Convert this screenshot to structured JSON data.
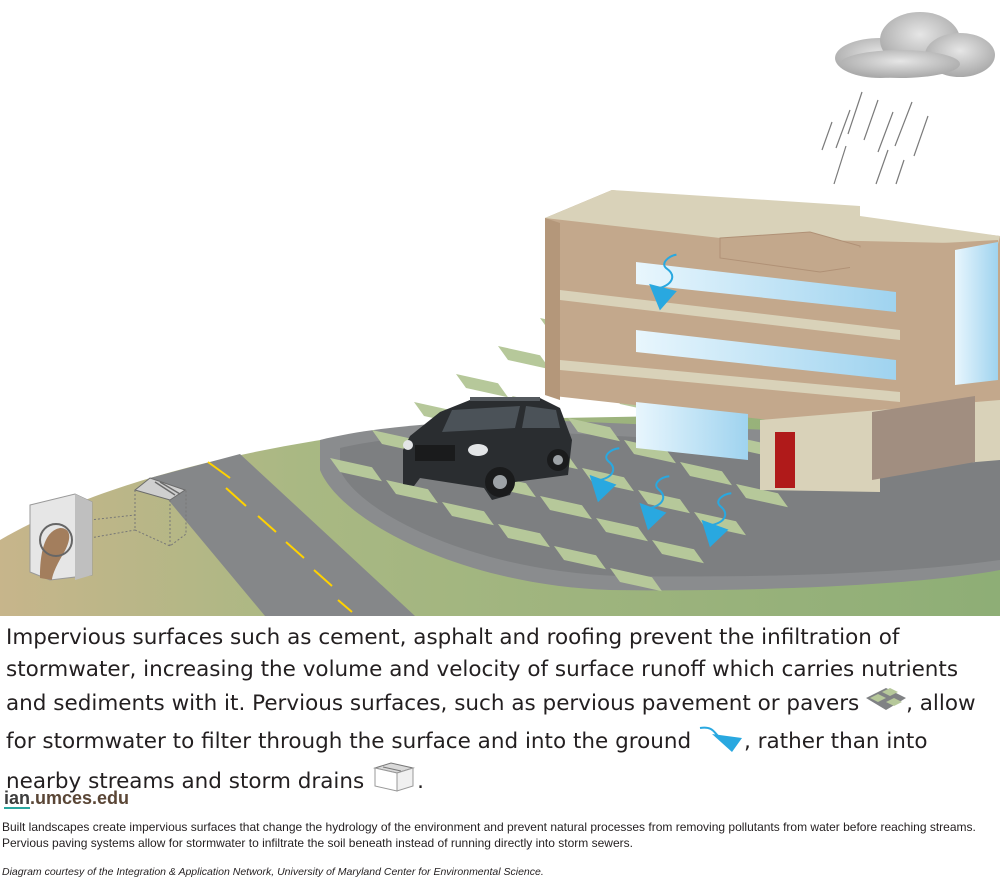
{
  "description": {
    "part1": "Impervious surfaces such as cement, asphalt and roofing prevent the infiltration of stormwater, increasing the volume and velocity of surface runoff which carries nutrients and sediments with it. Pervious surfaces, such as pervious pavement or pavers",
    "part2": ", allow for stormwater to filter through the surface and into the ground",
    "part3": ", rather than into nearby streams and storm drains",
    "part4": "."
  },
  "logo": {
    "prefix": "ian",
    "suffix": ".umces.edu"
  },
  "caption": "Built landscapes create impervious surfaces that change the hydrology of the environment and prevent natural processes from removing pollutants from water before reaching streams.  Pervious paving systems allow for stormwater to infiltrate the soil beneath instead of running directly into storm sewers.",
  "credit": "Diagram courtesy of the Integration & Application Network, University of Maryland Center for Environmental Science.",
  "colors": {
    "grass": "#9fb57f",
    "asphalt": "#858789",
    "paver": "#b6c89a",
    "building": "#c3a88c",
    "roof": "#d9d2b9",
    "window": "#c8e7f7",
    "door": "#b01a1a",
    "water_arrow": "#29a8e0",
    "car": "#2a2d30"
  },
  "icons": [
    "cloud-icon",
    "rain-icon",
    "water-arrow-icon",
    "storm-drain-icon",
    "paver-icon",
    "outfall-pipe-icon",
    "car-icon"
  ]
}
